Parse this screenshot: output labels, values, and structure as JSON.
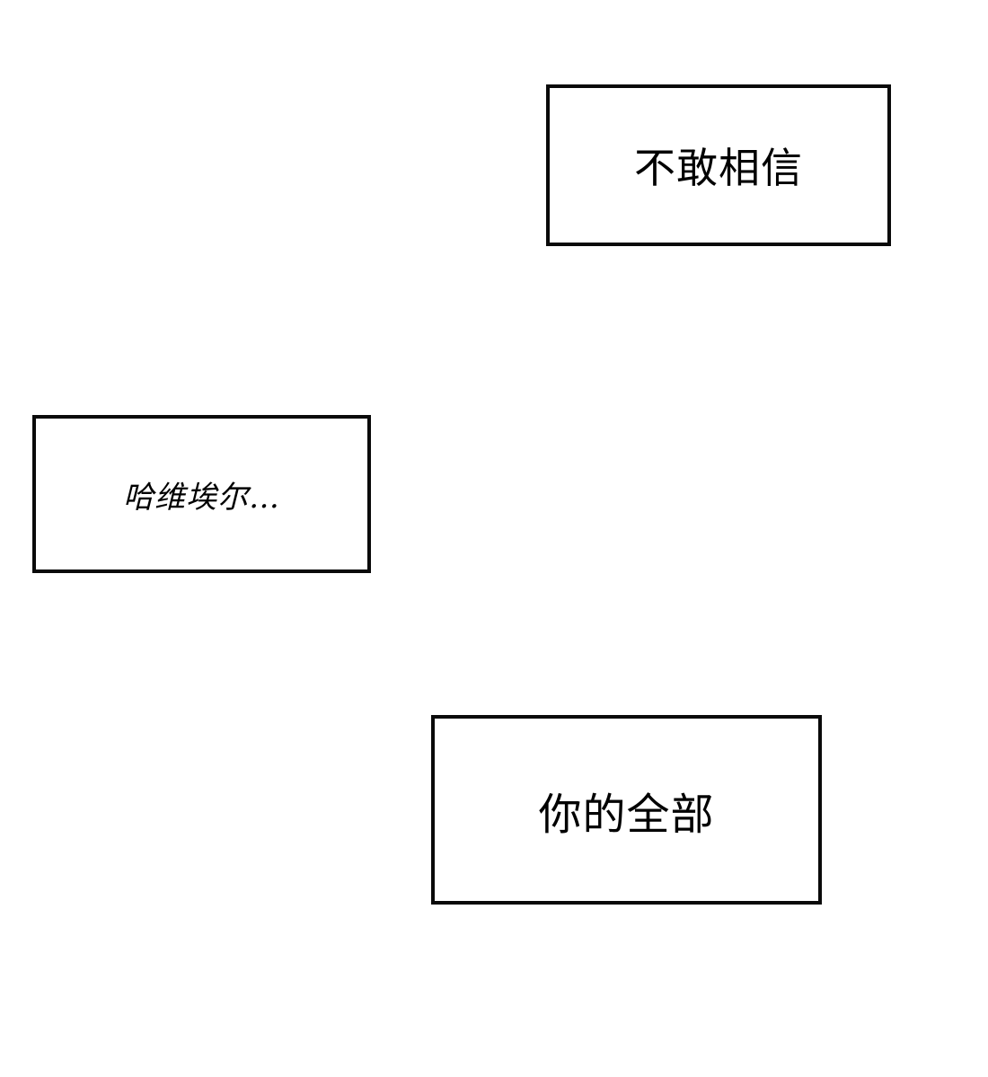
{
  "panel": {
    "background": "#ffffff",
    "captions": [
      {
        "text": "不敢相信",
        "style": "regular"
      },
      {
        "text": "哈维埃尔…",
        "style": "italic"
      },
      {
        "text": "你的全部",
        "style": "regular"
      }
    ]
  }
}
